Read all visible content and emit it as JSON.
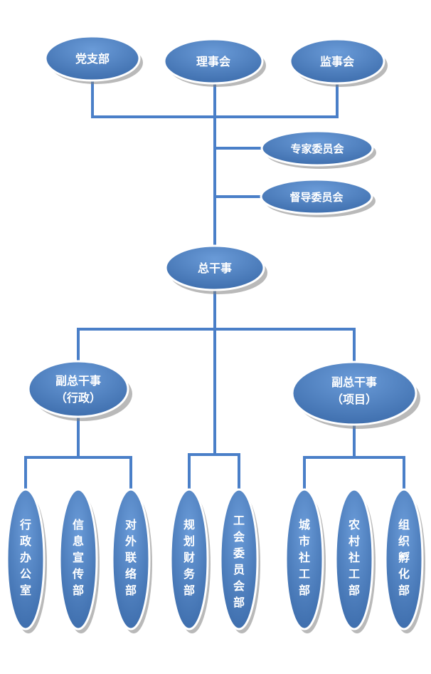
{
  "colors": {
    "node_fill": "#4f81bd",
    "node_edge": "#ffffff",
    "connector": "#4a7fc8",
    "shadow": "#7f7f7f",
    "text": "#ffffff"
  },
  "nodes": {
    "party_branch": "党支部",
    "board": "理事会",
    "supervisors": "监事会",
    "expert_committee": "专家委员会",
    "supervision_committee": "督导委员会",
    "director_general": "总干事",
    "deputy_admin": {
      "line1": "副总干事",
      "line2": "（行政）"
    },
    "deputy_project": {
      "line1": "副总干事",
      "line2": "（项目）"
    },
    "departments": [
      "行政办公室",
      "信息宣传部",
      "对外联络部",
      "规划财务部",
      "工会委员会部",
      "城市社工部",
      "农村社工部",
      "组织孵化部"
    ]
  }
}
